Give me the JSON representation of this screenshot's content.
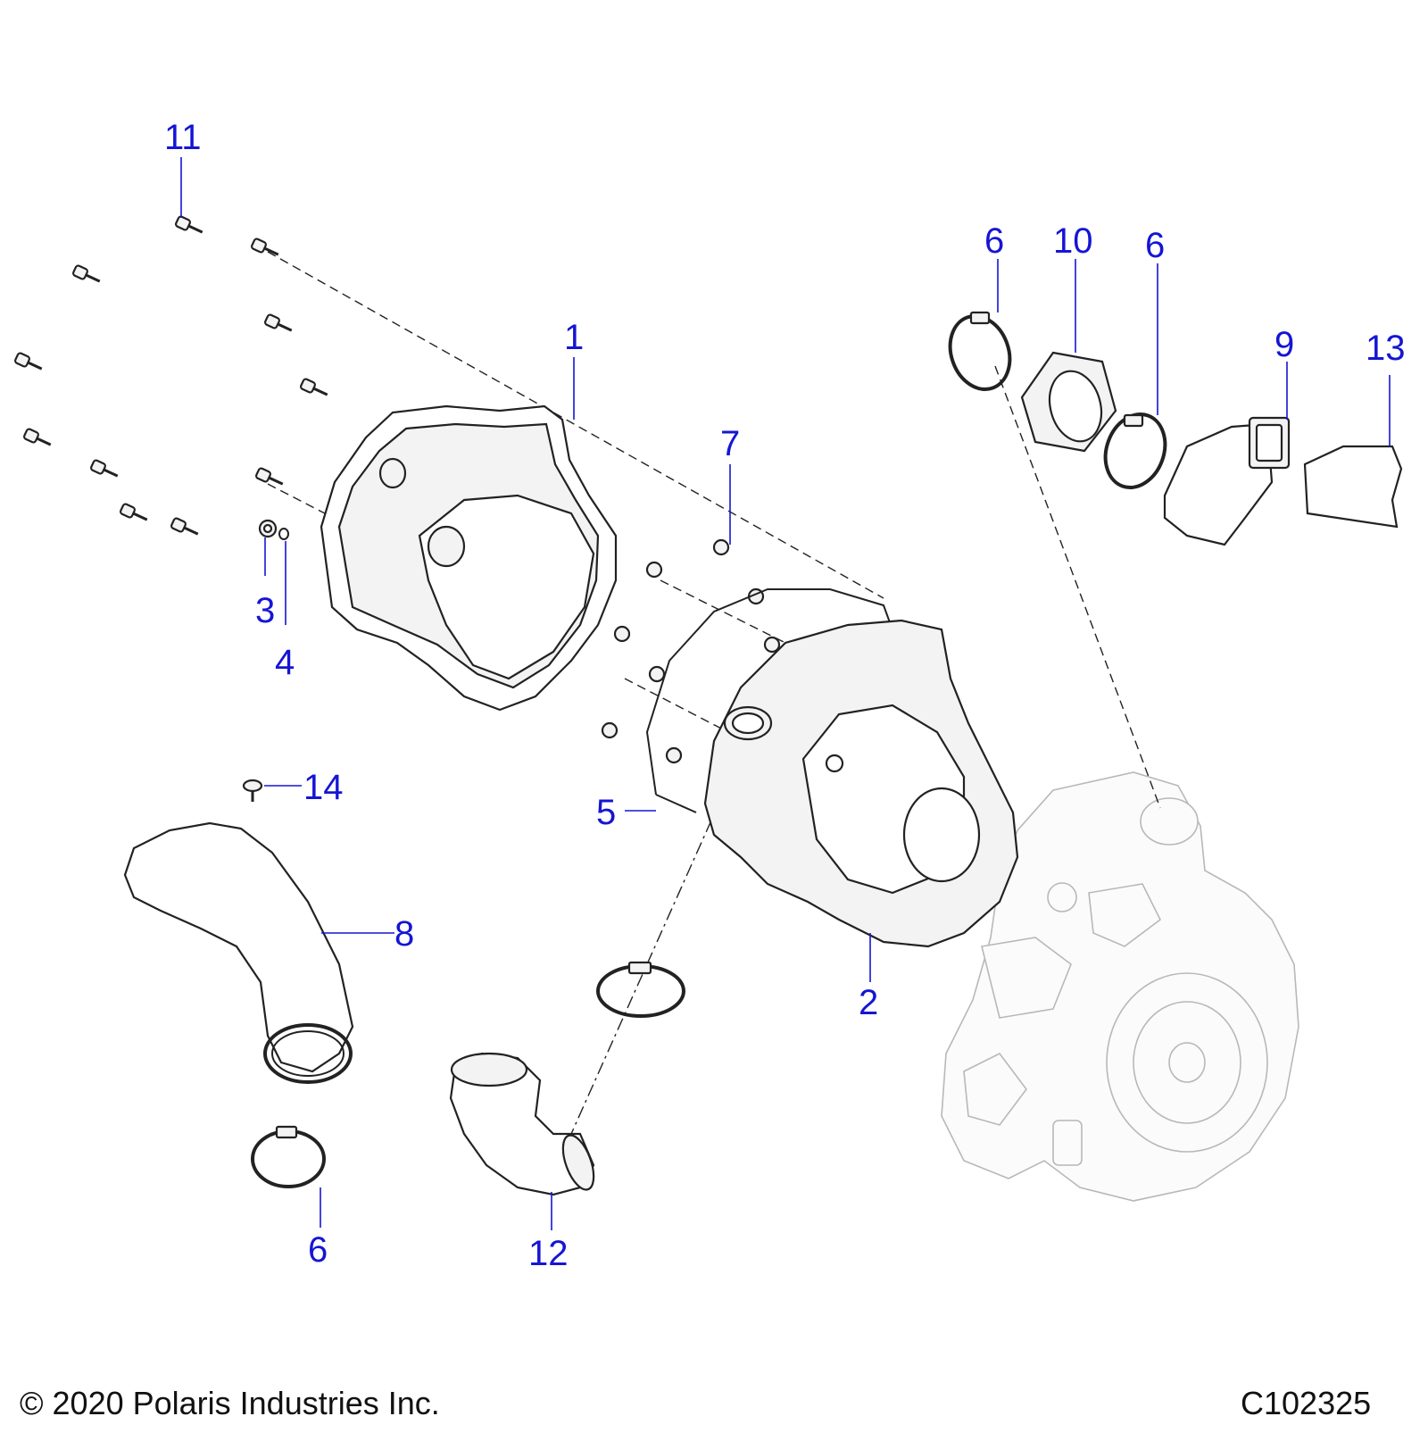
{
  "diagram": {
    "callouts": [
      {
        "id": "11",
        "label": "11"
      },
      {
        "id": "1",
        "label": "1"
      },
      {
        "id": "7",
        "label": "7"
      },
      {
        "id": "3",
        "label": "3"
      },
      {
        "id": "4",
        "label": "4"
      },
      {
        "id": "14",
        "label": "14"
      },
      {
        "id": "5",
        "label": "5"
      },
      {
        "id": "8",
        "label": "8"
      },
      {
        "id": "2",
        "label": "2"
      },
      {
        "id": "6a",
        "label": "6"
      },
      {
        "id": "10",
        "label": "10"
      },
      {
        "id": "6b",
        "label": "6"
      },
      {
        "id": "9",
        "label": "9"
      },
      {
        "id": "13",
        "label": "13"
      },
      {
        "id": "6c",
        "label": "6"
      },
      {
        "id": "12",
        "label": "12"
      }
    ]
  },
  "footer": {
    "copyright": "© 2020 Polaris Industries Inc.",
    "drawing_id": "C102325"
  },
  "colors": {
    "callout": "#1515d4",
    "line": "#222222",
    "background": "#ffffff"
  }
}
